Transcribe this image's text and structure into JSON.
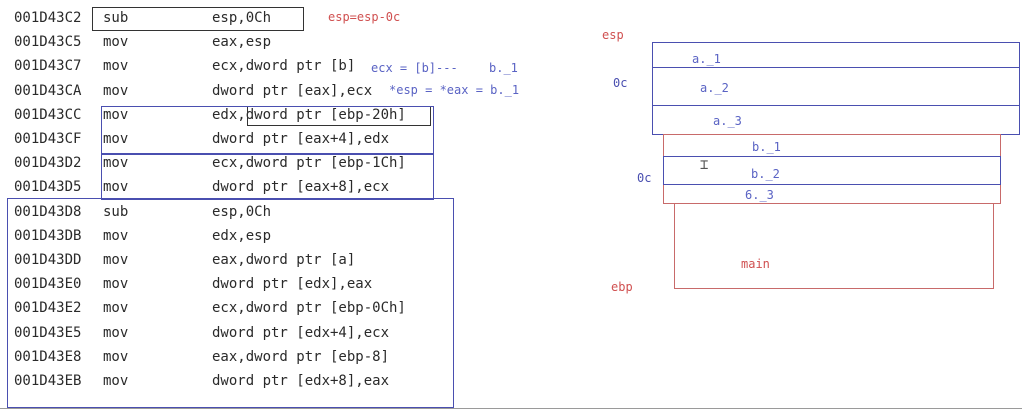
{
  "code": [
    {
      "addr": "001D43C2",
      "mnem": "sub",
      "ops": "esp,0Ch"
    },
    {
      "addr": "001D43C5",
      "mnem": "mov",
      "ops": "eax,esp"
    },
    {
      "addr": "001D43C7",
      "mnem": "mov",
      "ops": "ecx,dword ptr [b]"
    },
    {
      "addr": "001D43CA",
      "mnem": "mov",
      "ops": "dword ptr [eax],ecx"
    },
    {
      "addr": "001D43CC",
      "mnem": "mov",
      "ops": "edx,dword ptr [ebp-20h]"
    },
    {
      "addr": "001D43CF",
      "mnem": "mov",
      "ops": "dword ptr [eax+4],edx"
    },
    {
      "addr": "001D43D2",
      "mnem": "mov",
      "ops": "ecx,dword ptr [ebp-1Ch]"
    },
    {
      "addr": "001D43D5",
      "mnem": "mov",
      "ops": "dword ptr [eax+8],ecx"
    },
    {
      "addr": "001D43D8",
      "mnem": "sub",
      "ops": "esp,0Ch"
    },
    {
      "addr": "001D43DB",
      "mnem": "mov",
      "ops": "edx,esp"
    },
    {
      "addr": "001D43DD",
      "mnem": "mov",
      "ops": "eax,dword ptr [a]"
    },
    {
      "addr": "001D43E0",
      "mnem": "mov",
      "ops": "dword ptr [edx],eax"
    },
    {
      "addr": "001D43E2",
      "mnem": "mov",
      "ops": "ecx,dword ptr [ebp-0Ch]"
    },
    {
      "addr": "001D43E5",
      "mnem": "mov",
      "ops": "dword ptr [edx+4],ecx"
    },
    {
      "addr": "001D43E8",
      "mnem": "mov",
      "ops": "eax,dword ptr [ebp-8]"
    },
    {
      "addr": "001D43EB",
      "mnem": "mov",
      "ops": "dword ptr [edx+8],eax"
    }
  ],
  "annotations": {
    "esp_note": "esp=esp-0c",
    "ecx_note": "ecx = [b]---",
    "ecx_note_target": "b._1",
    "esp_eax_note": "*esp = *eax = b._1"
  },
  "stack": {
    "esp_label": "esp",
    "ebp_label": "ebp",
    "offset_upper": "0c",
    "offset_lower": "0c",
    "cells": {
      "a1": "a._1",
      "a2": "a._2",
      "a3": "a._3",
      "b1": "b._1",
      "b2": "b._2",
      "b3": "6._3",
      "main": "main"
    }
  },
  "colors": {
    "code_text": "#2a2a2a",
    "red_annotation": "#d05050",
    "blue_annotation": "#5a63c4",
    "box_blue": "#4a4fb0",
    "box_red": "#c86a6a",
    "box_dark": "#333333"
  }
}
